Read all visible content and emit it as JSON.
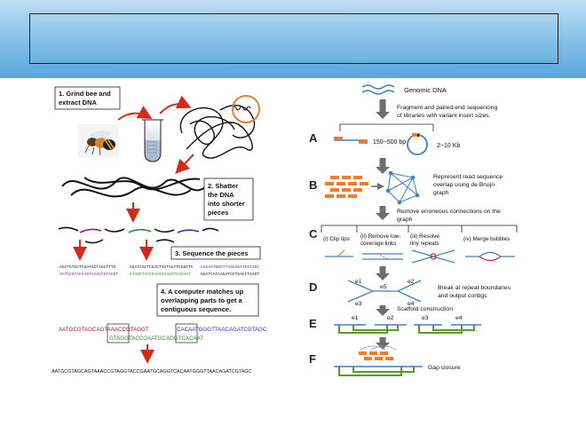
{
  "left_panel": {
    "step1": [
      "1. Grind bee and",
      "extract DNA"
    ],
    "step2": [
      "2. Shatter",
      "the DNA",
      "into shorter",
      "pieces"
    ],
    "step3": "3. Sequence the pieces",
    "step4": [
      "4. A computer matches up",
      "overlapping parts to get a",
      "contiguous sequence."
    ],
    "reads_col1": [
      "ACCTGTGCTCGATGCTAGCTTTG",
      "AATGCGTAGCAGTAAACCGTAGGT"
    ],
    "reads_col2": [
      "GGATCACTCGACTGCTGATTCGGCTC",
      "GTAGGTACCGAATGCAGGTCACAAT"
    ],
    "reads_col3": [
      "CACAATGGGTTAACAGATCGTAGC",
      "GGATCACAAGATCCTGACCTGAGT"
    ],
    "overlap_top_left": "AATGCGTAGCAGTAAACCGTAGGT",
    "overlap_top_right": "CACAATGGGTTAACAGATCGTAGC",
    "overlap_bottom": "GTAGGTACCGAATGCAGGTCACAAT",
    "final_sequence": "AATGCGTAGCAGTAAACCGTAGGTACCGAATGCAGGTCACAATGGGTTAACAGATCGTAGC"
  },
  "right_panel": {
    "genomic_dna": "Genomic DNA",
    "fragment_text": [
      "Fragment and paired-end sequencing",
      "of libraries with variant insert sizes."
    ],
    "letters": [
      "A",
      "B",
      "C",
      "D",
      "E",
      "F"
    ],
    "insert_small": "150~500 bp",
    "insert_large": "2~10 Kb",
    "represent_text": [
      "Represent read sequence",
      "overlap using de Bruijn",
      "graph"
    ],
    "remove_text": [
      "Remove erroneous connections on  the",
      "graph"
    ],
    "c_items": [
      [
        "(i) Clip tips"
      ],
      [
        "(ii) Remove low-",
        "coverage links"
      ],
      [
        "(iii) Resolve",
        "tiny repeats"
      ],
      [
        "(iv) Merge bubbles"
      ]
    ],
    "d_edges": [
      "e1",
      "e2",
      "e3",
      "e4",
      "e5"
    ],
    "break_text": [
      "Break at repeat boundaries",
      "and output contigs"
    ],
    "scaffold_text": "Scaffold construction",
    "e_labels": [
      "e1",
      "e2",
      "e3",
      "e4"
    ],
    "gap_text": "Gap closure"
  },
  "colors": {
    "red_arrow": "#d42a1e",
    "orange_read": "#ef7d2c",
    "blue_line": "#3f7fc4",
    "green_link": "#5b9a2f",
    "grey_arrow": "#6e6e6e",
    "seq_red": "#a3123a",
    "seq_green": "#2e8b2e",
    "seq_blue": "#2f2fb0",
    "seq_purple": "#7a2a8a"
  }
}
